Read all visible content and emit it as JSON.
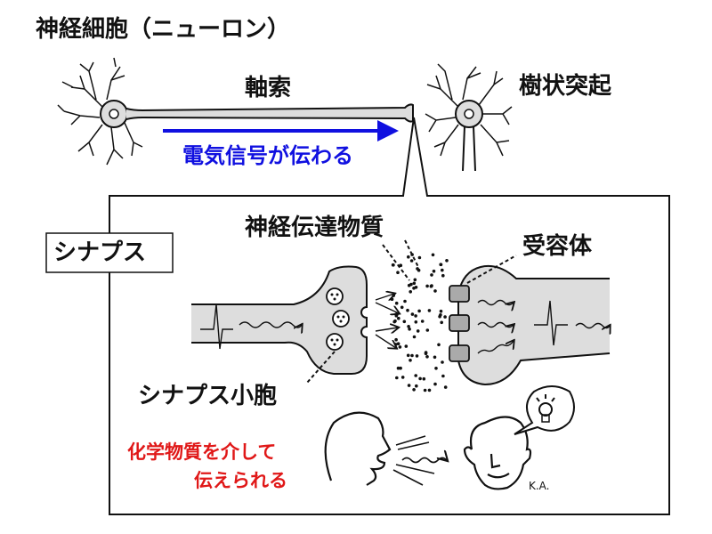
{
  "title": "神経細胞（ニューロン）",
  "labels": {
    "axon": "軸索",
    "dendrite": "樹状突起",
    "signal": "電気信号が伝わる",
    "synapse": "シナプス",
    "neurotransmitter": "神経伝達物質",
    "receptor": "受容体",
    "vesicle": "シナプス小胞",
    "chemical_line1": "化学物質を介して",
    "chemical_line2": "伝えられる"
  },
  "signature": "K.A.",
  "colors": {
    "signal": "#1010e0",
    "chemical": "#e01818",
    "membrane_fill": "#dcdcdc",
    "receptor_fill": "#aaaaaa"
  }
}
